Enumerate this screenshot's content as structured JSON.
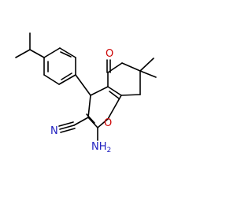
{
  "molecule": {
    "atoms": {
      "oxygen_ketone": "O",
      "oxygen_ring": "O",
      "nitrile_n": "N",
      "amino_prefix": "NH",
      "amino_subscript": "2"
    }
  },
  "colors": {
    "bond": "#000000",
    "oxygen": "#cc0000",
    "nitrogen": "#2020c0",
    "background": "#ffffff"
  }
}
